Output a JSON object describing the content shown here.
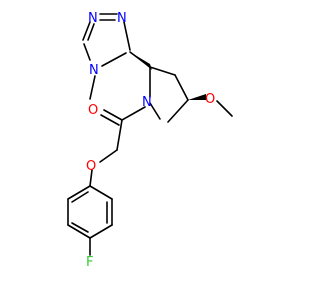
{
  "molecule": {
    "atom_labels": {
      "triazole_n1": "N",
      "triazole_n2": "N",
      "triazole_n4": "N",
      "pyrrolidine_n": "N",
      "methoxy_o": "O",
      "carbonyl_o": "O",
      "ether_o": "O",
      "fluorine": "F"
    },
    "colors": {
      "carbon_bond": "#000000",
      "nitrogen": "#0000ff",
      "oxygen": "#ff0000",
      "fluorine": "#33cc33"
    }
  }
}
